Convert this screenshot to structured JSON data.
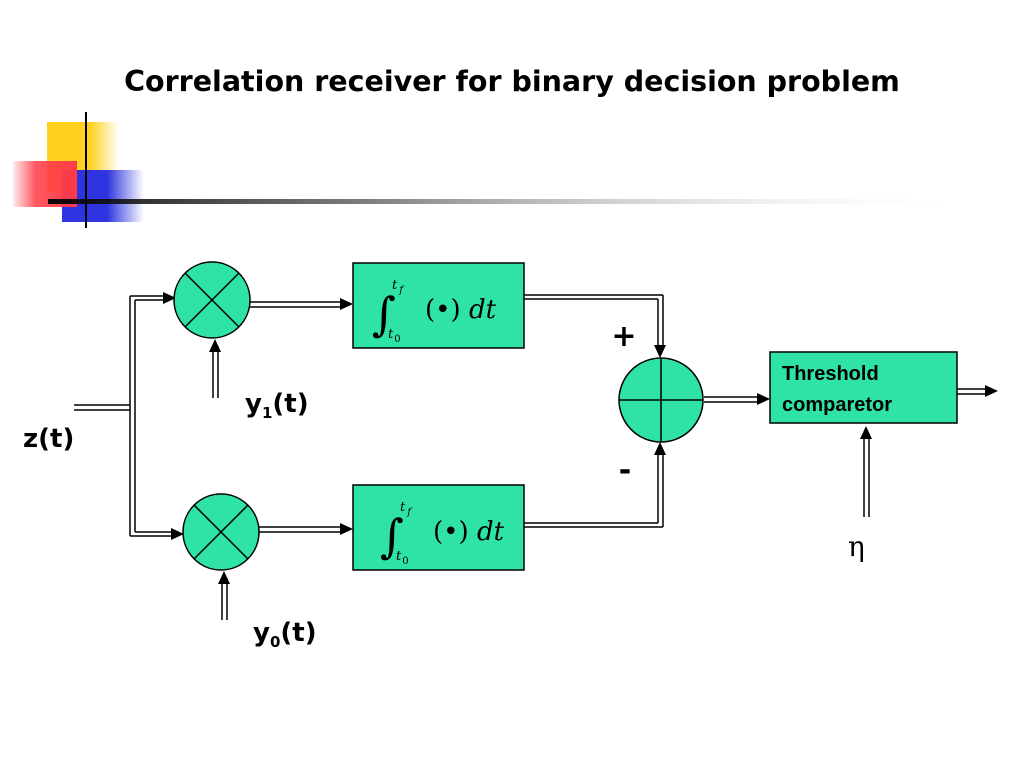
{
  "slide": {
    "title": "Correlation receiver for binary decision problem"
  },
  "colors": {
    "block_fill": "#2ee3a3",
    "logo_yellow": "#ffd21f",
    "logo_red": "#ff3b47",
    "logo_blue": "#2e35e0"
  },
  "diagram": {
    "input_label": "z(t)",
    "ref_upper": {
      "base": "y",
      "sub": "1",
      "tail": "(t)"
    },
    "ref_lower": {
      "base": "y",
      "sub": "0",
      "tail": "(t)"
    },
    "multiplier_icon": "circle-cross-icon",
    "summer_icon": "circle-plus-icon",
    "integrator": {
      "upper_limit": "t",
      "upper_limit_sub": "f",
      "lower_limit": "t",
      "lower_limit_sub": "0",
      "body": "(•)",
      "differential": "dt"
    },
    "sum_plus": "+",
    "sum_minus": "-",
    "threshold_box": {
      "line1": "Threshold",
      "line2": "comparetor"
    },
    "threshold_symbol": "η"
  }
}
